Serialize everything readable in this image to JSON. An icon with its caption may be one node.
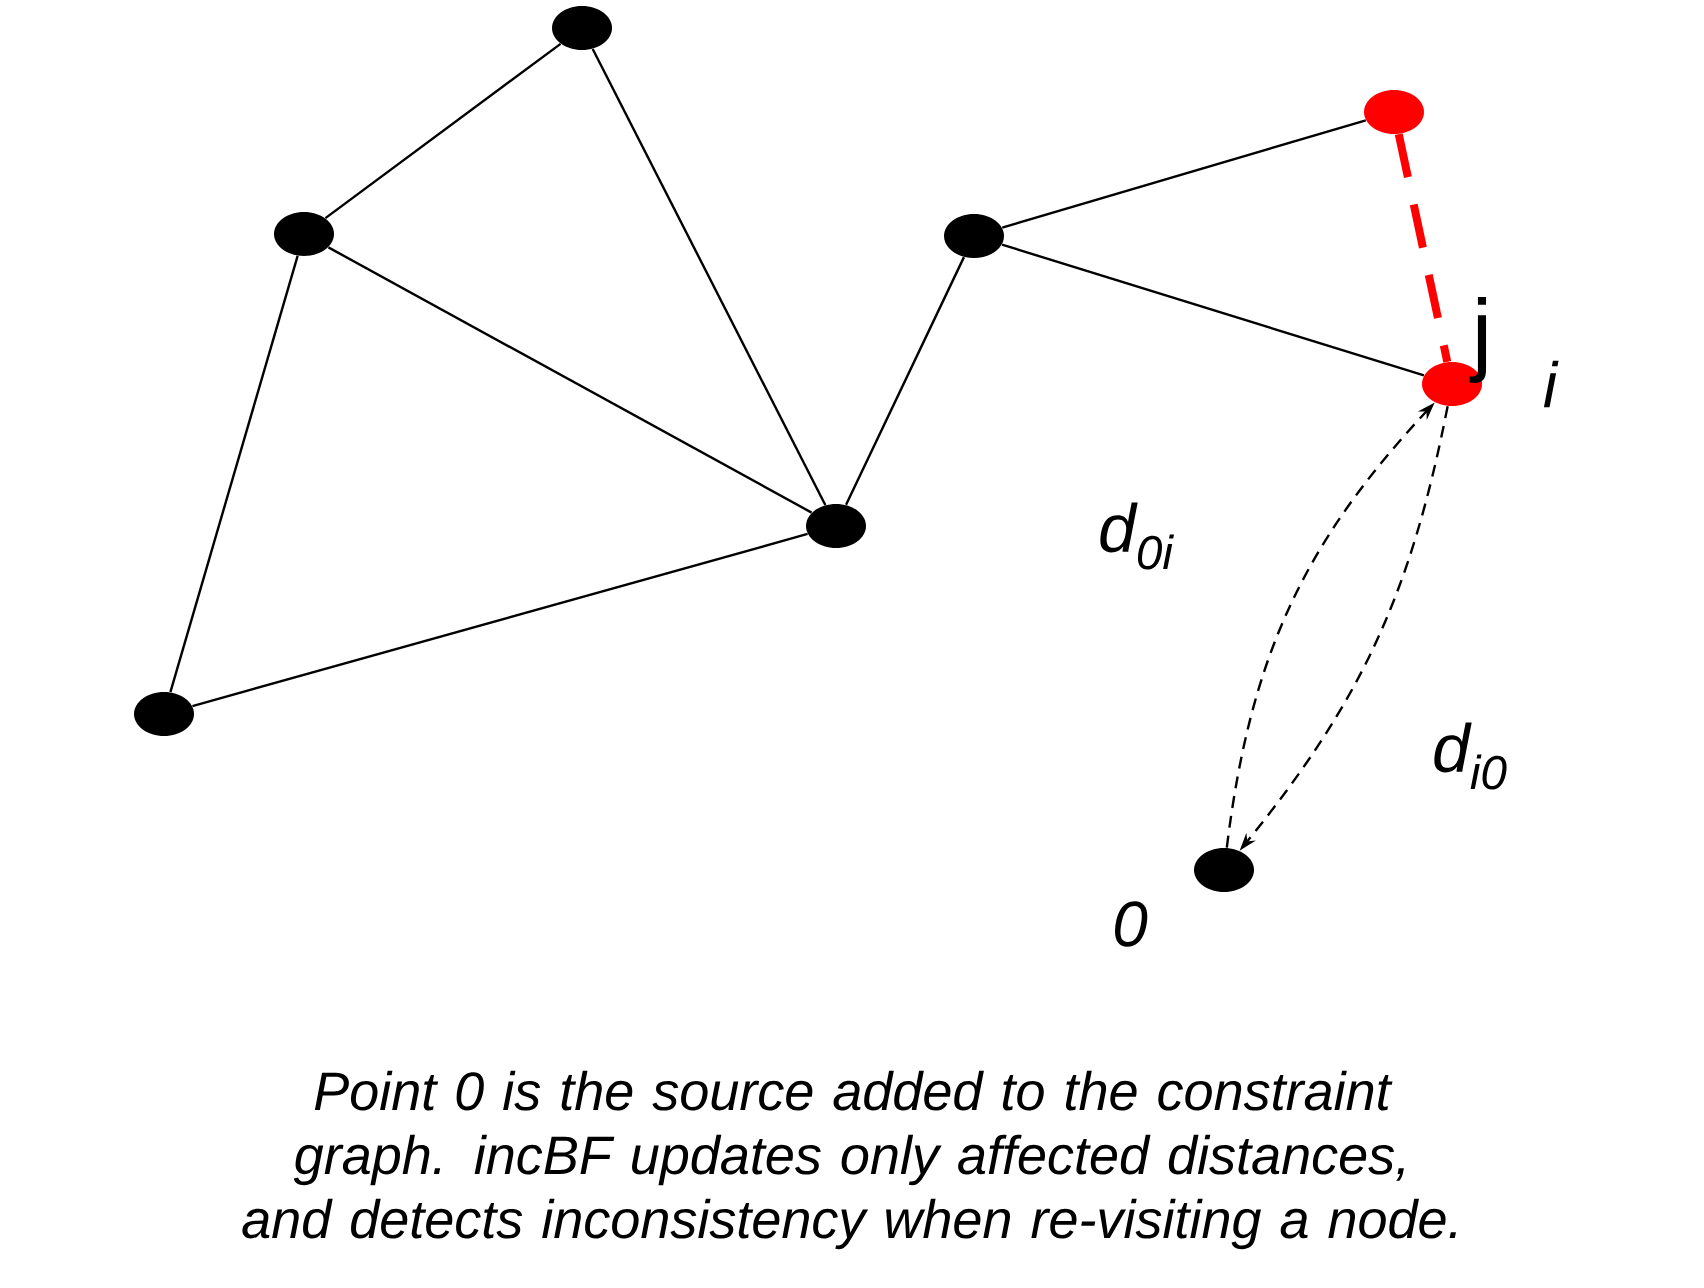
{
  "diagram": {
    "caption": "Point 0 is the source added to the constraint graph. incBF updates only affected distances, and detects inconsistency when re-visiting a node.",
    "nodes": [
      {
        "text": [],
        "shape": "circle"
      },
      {
        "text": [],
        "shape": "circle"
      },
      {
        "text": [],
        "shape": "circle"
      },
      {
        "text": [],
        "shape": "circle"
      },
      {
        "text": [],
        "shape": "circle"
      },
      {
        "text": [],
        "shape": "circle",
        "beside": [
          "0"
        ]
      },
      {
        "text": [],
        "shape": "circle"
      },
      {
        "text": [],
        "shape": "circle",
        "beside": [
          "i"
        ]
      }
    ],
    "edges": [
      {
        "from": 1,
        "to": 2,
        "arrow": "none"
      },
      {
        "from": 1,
        "to": 0,
        "arrow": "none"
      },
      {
        "from": 1,
        "to": 3,
        "arrow": "none"
      },
      {
        "from": 2,
        "to": 3,
        "arrow": "none"
      },
      {
        "from": 0,
        "to": 3,
        "arrow": "none"
      },
      {
        "from": 3,
        "to": 4,
        "arrow": "none"
      },
      {
        "from": 4,
        "to": 6,
        "arrow": "none"
      },
      {
        "from": 4,
        "to": 7,
        "arrow": "none"
      },
      {
        "from": 6,
        "to": 7,
        "arrow": "none",
        "style": "dashed",
        "color": "#ff0000"
      },
      {
        "from": 5,
        "to": 7,
        "arrow": "to",
        "style": "dashed",
        "label": "d$_{0i}$"
      },
      {
        "from": 7,
        "to": 5,
        "arrow": "to",
        "style": "dashed",
        "label": "d$_{i0}$"
      }
    ],
    "labels": [
      "j"
    ]
  }
}
